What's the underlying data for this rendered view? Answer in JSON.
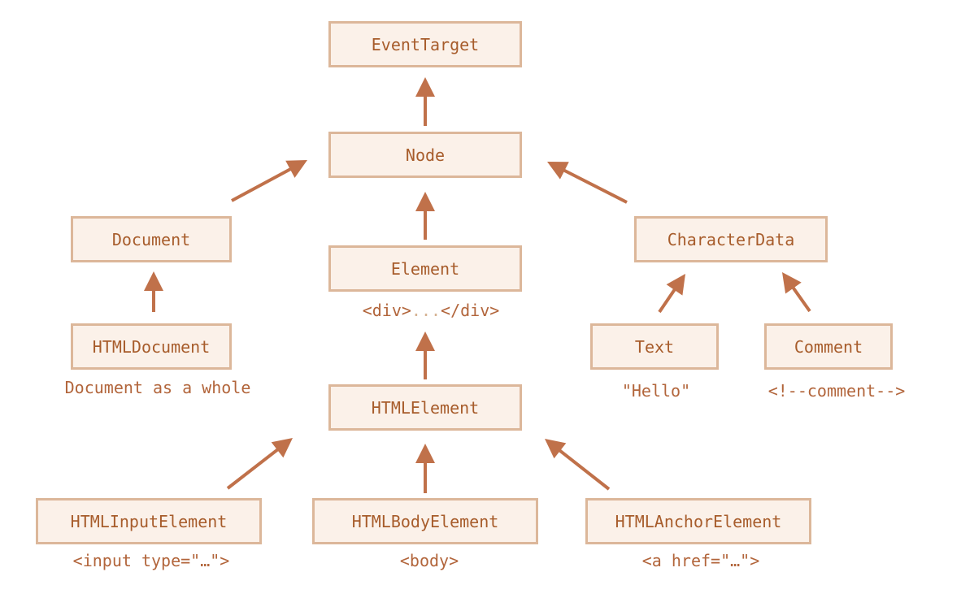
{
  "nodes": {
    "event_target": "EventTarget",
    "node": "Node",
    "document": "Document",
    "html_document": "HTMLDocument",
    "element": "Element",
    "character_data": "CharacterData",
    "text": "Text",
    "comment": "Comment",
    "html_element": "HTMLElement",
    "html_input_element": "HTMLInputElement",
    "html_body_element": "HTMLBodyElement",
    "html_anchor_element": "HTMLAnchorElement"
  },
  "captions": {
    "html_document": "Document as a whole",
    "element_open": "<div>",
    "element_dots": "...",
    "element_close": "</div>",
    "text": "\"Hello\"",
    "comment": "<!--comment-->",
    "html_input_element": "<input type=\"…\">",
    "html_body_element": "<body>",
    "html_anchor_element": "<a href=\"…\">"
  },
  "colors": {
    "box_fill": "#fbf1e9",
    "box_border": "#dcb79a",
    "text": "#a75c2b",
    "arrow": "#c0714a"
  }
}
